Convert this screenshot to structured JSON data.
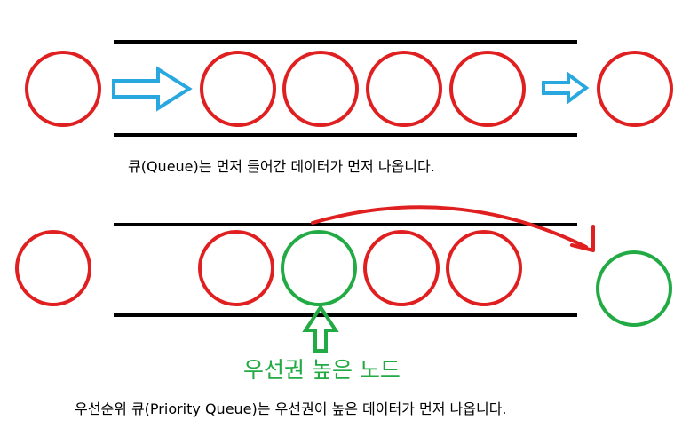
{
  "colors": {
    "node_normal": "#e02020",
    "node_priority": "#22aa44",
    "flow_arrow": "#29a7df",
    "dequeue_arrow": "#e02020",
    "rail": "#000000"
  },
  "queue_section": {
    "caption": "큐(Queue)는 먼저 들어간 데이터가 먼저 나옵니다."
  },
  "priority_section": {
    "highlight_label": "우선권 높은 노드",
    "caption": "우선순위 큐(Priority Queue)는 우선권이 높은 데이터가 먼저 나옵니다."
  }
}
